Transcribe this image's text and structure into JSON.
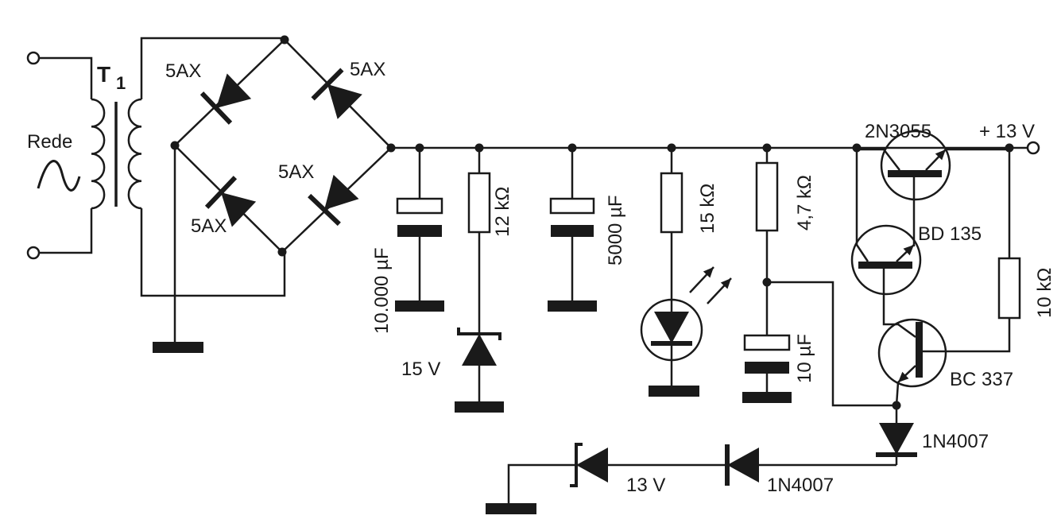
{
  "transformer": {
    "label": "T",
    "subscript": "1",
    "input_label": "Rede"
  },
  "bridge": {
    "diodes": [
      "5AX",
      "5AX",
      "5AX",
      "5AX"
    ]
  },
  "components": {
    "c1": "10.000 µF",
    "r1": "12 kΩ",
    "z1": "15 V",
    "c2": "5000 µF",
    "r2": "15 kΩ",
    "r3": "4,7 kΩ",
    "c3": "10 µF",
    "q1": "2N3055",
    "q2": "BD 135",
    "q3": "BC 337",
    "r4": "10 kΩ",
    "d1": "1N4007",
    "d2": "1N4007",
    "z2": "13 V"
  },
  "output": {
    "label": "+ 13 V"
  }
}
